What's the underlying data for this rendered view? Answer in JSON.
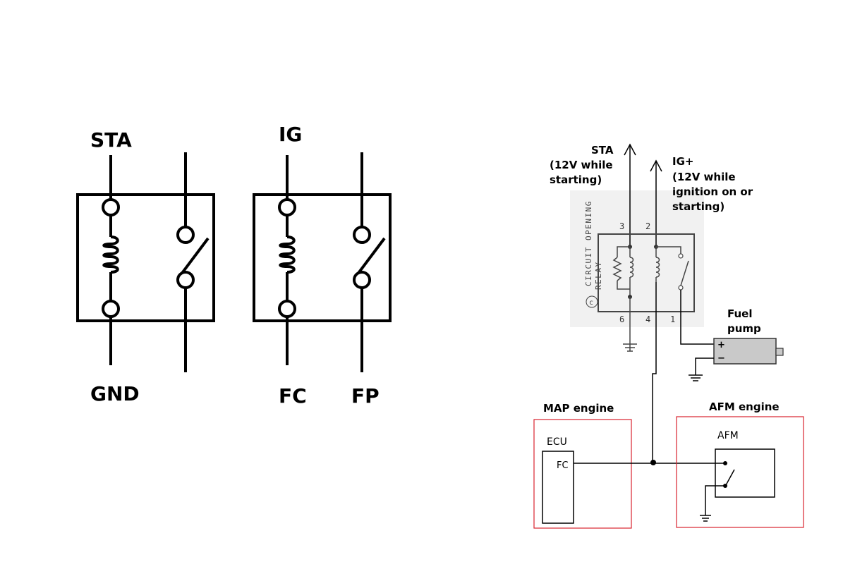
{
  "relay_a": {
    "top_label": "STA",
    "bottom_label": "GND"
  },
  "relay_b": {
    "top_label": "IG",
    "bottom_left_label": "FC",
    "bottom_right_label": "FP"
  },
  "circuit": {
    "sta_label": "STA",
    "sta_note_1": "(12V while",
    "sta_note_2": "starting)",
    "ig_label": "IG+",
    "ig_note_1": "(12V while",
    "ig_note_2": "ignition on or",
    "ig_note_3": "starting)",
    "relay_text_1": "CIRCUIT OPENING",
    "relay_text_2": "RELAY",
    "copyright": "c",
    "pins": {
      "p3": "3",
      "p2": "2",
      "p6": "6",
      "p4": "4",
      "p1": "1"
    },
    "fuel_pump_1": "Fuel",
    "fuel_pump_2": "pump",
    "plus": "+",
    "minus": "−",
    "map_title": "MAP  engine",
    "ecu_label": "ECU",
    "fc_label": "FC",
    "afm_title": "AFM engine",
    "afm_label": "AFM",
    "box_color": "#d9232e"
  }
}
